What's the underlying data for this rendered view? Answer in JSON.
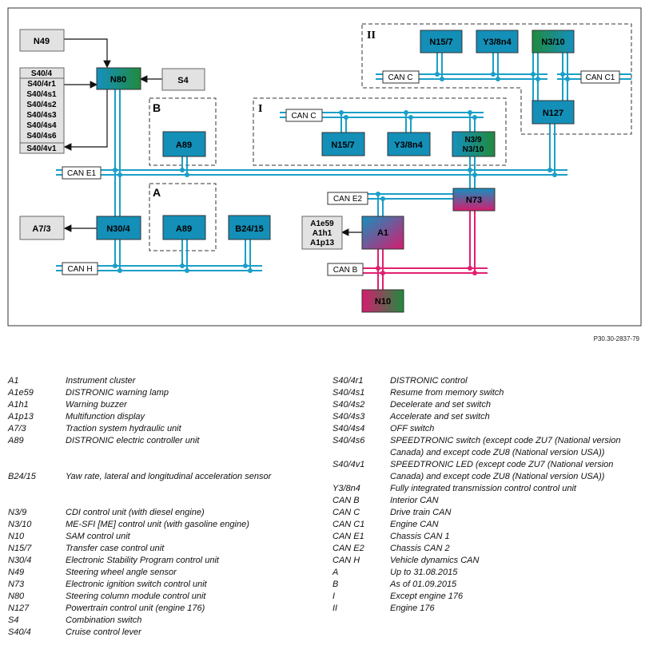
{
  "figure_ref": "P30.30-2837-79",
  "colors": {
    "bus_blue": "#1a9fc8",
    "bus_pink": "#e0206f",
    "box_teal": "#138fb8",
    "box_green": "#1f8a40",
    "box_grey": "#e2e2e2",
    "box_magenta": "#d81c6c"
  },
  "diagram": {
    "boxes": {
      "N49": "N49",
      "N80": "N80",
      "S4": "S4",
      "A89_B": "A89",
      "A89_A": "A89",
      "N30_4": "N30/4",
      "B24_15": "B24/15",
      "A7_3": "A7/3",
      "N15_7_I": "N15/7",
      "Y3_8n4_I": "Y3/8n4",
      "N3_9": "N3/9",
      "N3_10_I": "N3/10",
      "N15_7_II": "N15/7",
      "Y3_8n4_II": "Y3/8n4",
      "N3_10_II": "N3/10",
      "N127": "N127",
      "N73": "N73",
      "A1": "A1",
      "N10": "N10"
    },
    "s40_list": [
      "S40/4",
      "S40/4r1",
      "S40/4s1",
      "S40/4s2",
      "S40/4s3",
      "S40/4s4",
      "S40/4s6",
      "S40/4v1"
    ],
    "a1_list": [
      "A1e59",
      "A1h1",
      "A1p13"
    ],
    "group_labels": {
      "A": "A",
      "B": "B",
      "I": "I",
      "II": "II"
    },
    "bus_labels": {
      "can_e1": "CAN E1",
      "can_h": "CAN H",
      "can_c_I": "CAN C",
      "can_c_II": "CAN C",
      "can_c1": "CAN C1",
      "can_e2": "CAN E2",
      "can_b": "CAN B"
    }
  },
  "legend": {
    "left": [
      {
        "code": "A1",
        "desc": "Instrument cluster"
      },
      {
        "code": "A1e59",
        "desc": "DISTRONIC warning lamp"
      },
      {
        "code": "A1h1",
        "desc": "Warning buzzer"
      },
      {
        "code": "A1p13",
        "desc": "Multifunction display"
      },
      {
        "code": "A7/3",
        "desc": "Traction system hydraulic unit"
      },
      {
        "code": "A89",
        "desc": "DISTRONIC electric controller unit"
      },
      {
        "code": "",
        "desc": ""
      },
      {
        "code": "",
        "desc": ""
      },
      {
        "code": "B24/15",
        "desc": "Yaw rate, lateral and longitudinal acceleration sensor"
      },
      {
        "code": "",
        "desc": ""
      },
      {
        "code": "",
        "desc": ""
      },
      {
        "code": "N3/9",
        "desc": "CDI control unit (with diesel engine)"
      },
      {
        "code": "N3/10",
        "desc": "ME-SFI [ME] control unit (with gasoline engine)"
      },
      {
        "code": "N10",
        "desc": "SAM control unit"
      },
      {
        "code": "N15/7",
        "desc": "Transfer case control unit"
      },
      {
        "code": "N30/4",
        "desc": "Electronic Stability Program control unit"
      },
      {
        "code": "N49",
        "desc": "Steering wheel angle sensor"
      },
      {
        "code": "N73",
        "desc": "Electronic ignition switch control unit"
      },
      {
        "code": "N80",
        "desc": "Steering column module control unit"
      },
      {
        "code": "N127",
        "desc": "Powertrain control unit (engine 176)"
      },
      {
        "code": "S4",
        "desc": "Combination switch"
      },
      {
        "code": "S40/4",
        "desc": "Cruise control lever"
      }
    ],
    "right": [
      {
        "code": "S40/4r1",
        "desc": "DISTRONIC control"
      },
      {
        "code": "S40/4s1",
        "desc": "Resume from memory switch"
      },
      {
        "code": "S40/4s2",
        "desc": "Decelerate and set switch"
      },
      {
        "code": "S40/4s3",
        "desc": "Accelerate and set switch"
      },
      {
        "code": "S40/4s4",
        "desc": "OFF switch"
      },
      {
        "code": "S40/4s6",
        "desc": "SPEEDTRONIC switch (except code ZU7 (National version Canada) and except code ZU8 (National version USA))"
      },
      {
        "code": "S40/4v1",
        "desc": "SPEEDTRONIC LED (except code ZU7 (National version Canada) and except code ZU8 (National version USA))"
      },
      {
        "code": "Y3/8n4",
        "desc": "Fully integrated transmission control control unit"
      },
      {
        "code": "CAN B",
        "desc": "Interior CAN"
      },
      {
        "code": "CAN C",
        "desc": "Drive train CAN"
      },
      {
        "code": "CAN C1",
        "desc": "Engine CAN"
      },
      {
        "code": "CAN E1",
        "desc": "Chassis CAN 1"
      },
      {
        "code": "CAN E2",
        "desc": "Chassis CAN 2"
      },
      {
        "code": "CAN H",
        "desc": "Vehicle dynamics CAN"
      },
      {
        "code": "A",
        "desc": "Up to 31.08.2015"
      },
      {
        "code": "B",
        "desc": "As of 01.09.2015"
      },
      {
        "code": "I",
        "desc": "Except engine 176"
      },
      {
        "code": "II",
        "desc": "Engine 176"
      }
    ]
  }
}
